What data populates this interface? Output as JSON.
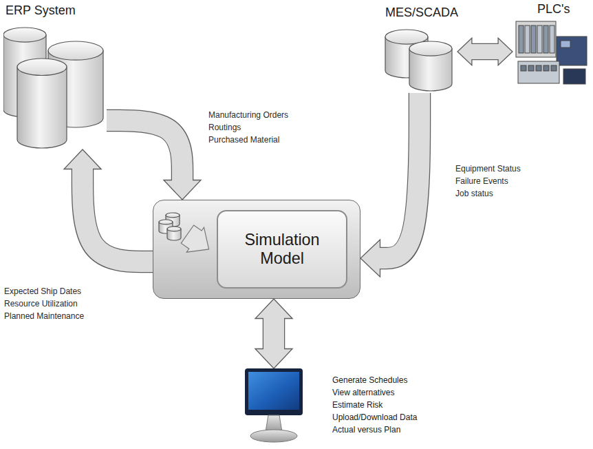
{
  "diagram": {
    "nodes": [
      {
        "text": [
          "ERP System"
        ]
      },
      {
        "text": [
          "MES/SCADA"
        ]
      },
      {
        "text": [
          "PLC's"
        ]
      },
      {
        "text": [
          "Simulation Model"
        ]
      },
      {
        "text": [
          "Generate Schedules",
          "View alternatives",
          "Estimate Risk",
          "Upload/Download Data",
          "Actual versus Plan"
        ]
      }
    ],
    "edges": [
      {
        "from": 0,
        "to": 3,
        "arrow": "to"
      },
      {
        "from": 3,
        "to": 0,
        "arrow": "to"
      },
      {
        "from": 1,
        "to": 3,
        "arrow": "to"
      },
      {
        "from": 1,
        "to": 2,
        "arrow": "both"
      },
      {
        "from": 3,
        "to": 4,
        "arrow": "both"
      }
    ],
    "labels": [
      "Manufacturing Orders",
      "Routings",
      "Purchased Material",
      "Equipment Status",
      "Failure Events",
      "Job status",
      "Expected Ship Dates",
      "Resource Utilization",
      "Planned Maintenance"
    ]
  }
}
